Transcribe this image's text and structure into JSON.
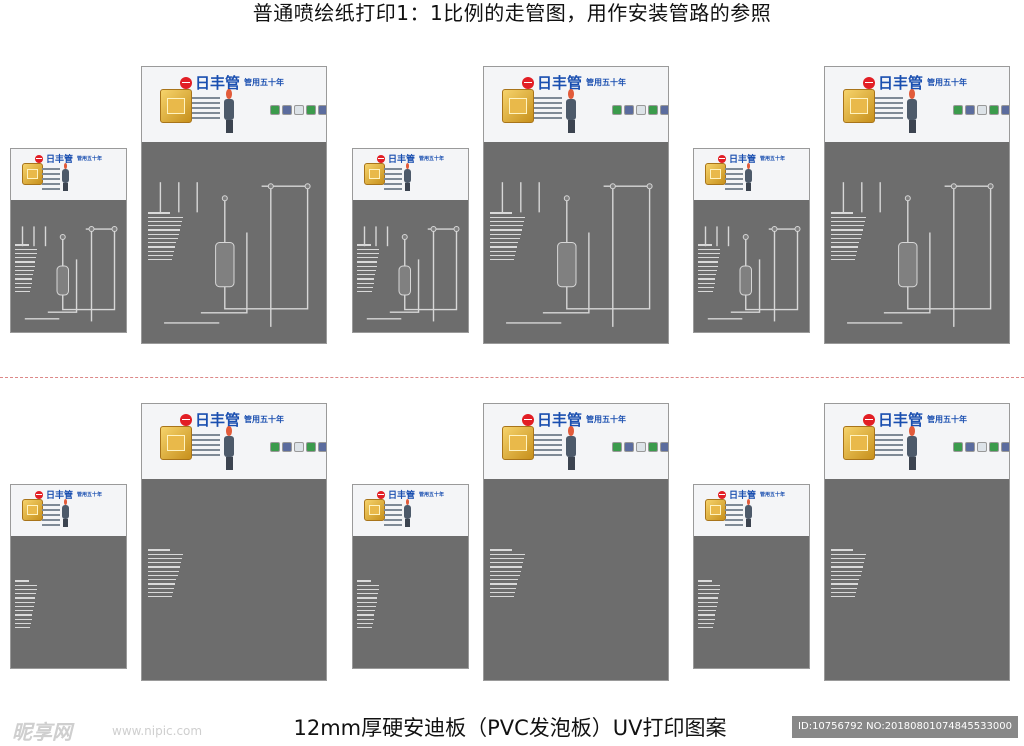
{
  "header": {
    "title": "普通喷绘纸打印1：1比例的走管图，用作安装管路的参照"
  },
  "footer": {
    "title": "12mm厚硬安迪板（PVC发泡板）UV打印图案"
  },
  "panel": {
    "brand": "日丰管",
    "slogan": "管用五十年"
  },
  "watermark": {
    "logo": "昵享网",
    "url": "www.nipic.com",
    "id": "ID:10756792 NO:20180801074845533000"
  },
  "colors": {
    "panel_bg": "#6d6d6d",
    "brand_blue": "#1a4fb0",
    "logo_red": "#e21e25",
    "pipe": "#d7d7d7"
  }
}
